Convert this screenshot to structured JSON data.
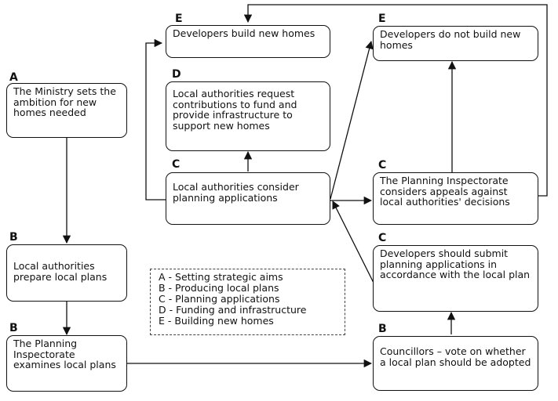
{
  "nodes": {
    "ministry_ambition": {
      "tag": "A",
      "text": "The Ministry sets the ambition for new homes needed"
    },
    "authorities_prepare_plans": {
      "tag": "B",
      "text": "Local authorities prepare local plans"
    },
    "inspectorate_examines_plans": {
      "tag": "B",
      "text": "The Planning Inspectorate examines local plans"
    },
    "councillors_vote": {
      "tag": "B",
      "text": "Councillors – vote on whether a local plan should be adopted"
    },
    "developers_submit": {
      "tag": "C",
      "text": "Developers should submit planning applications in accordance with the local plan"
    },
    "authorities_consider_applications": {
      "tag": "C",
      "text": "Local authorities consider planning applications"
    },
    "inspectorate_appeals": {
      "tag": "C",
      "text": "The Planning Inspectorate considers appeals against local authorities' decisions"
    },
    "authorities_request_contributions": {
      "tag": "D",
      "text": "Local authorities request contributions to fund and provide infrastructure to support new homes"
    },
    "developers_build": {
      "tag": "E",
      "text": "Developers build new homes"
    },
    "developers_not_build": {
      "tag": "E",
      "text": "Developers do not build new homes"
    }
  },
  "legend": [
    "A - Setting strategic aims",
    "B - Producing local plans",
    "C - Planning applications",
    "D - Funding and infrastructure",
    "E - Building new homes"
  ],
  "colors": {
    "stroke": "#111111",
    "background": "#ffffff",
    "text": "#111111"
  }
}
